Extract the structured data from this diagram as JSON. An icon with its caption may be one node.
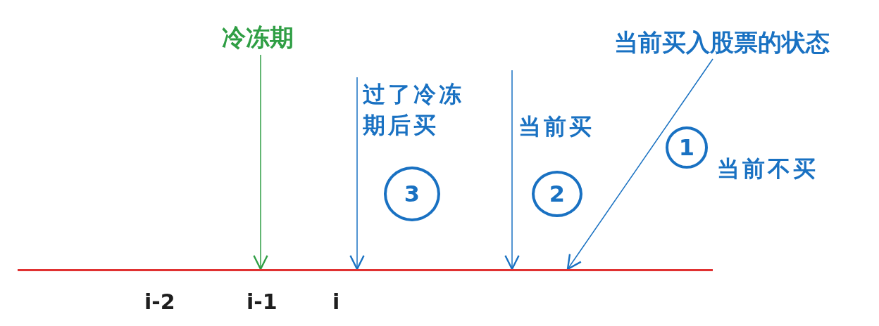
{
  "diagram": {
    "nodes": [
      {
        "text": [
          "冷冻期"
        ]
      },
      {
        "text": [
          "当前买入股票的状态"
        ]
      },
      {
        "text": [
          "3"
        ]
      },
      {
        "text": [
          "2"
        ]
      },
      {
        "text": [
          "1"
        ]
      },
      {
        "text": [],
        "shape": "bar"
      }
    ],
    "edges": [
      {
        "from": 0,
        "to": 5,
        "arrow": "to",
        "color": "#2f9e44"
      },
      {
        "from": null,
        "to": 5,
        "arrow": "to",
        "label": "过了冷冻期后买"
      },
      {
        "from": null,
        "to": 5,
        "arrow": "to",
        "label": "当前买"
      },
      {
        "from": 1,
        "to": 5,
        "arrow": "to",
        "label": "当前不买"
      }
    ],
    "labels": [
      "i-2",
      "i-1",
      "i"
    ]
  }
}
